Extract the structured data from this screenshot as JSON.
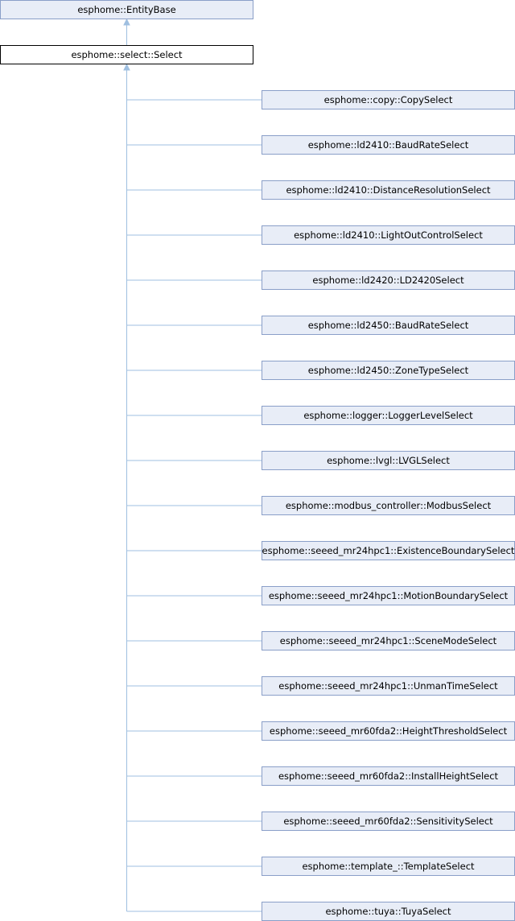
{
  "diagram": {
    "base_class": "esphome::EntityBase",
    "current_class": "esphome::select::Select",
    "derived_classes": [
      "esphome::copy::CopySelect",
      "esphome::ld2410::BaudRateSelect",
      "esphome::ld2410::DistanceResolutionSelect",
      "esphome::ld2410::LightOutControlSelect",
      "esphome::ld2420::LD2420Select",
      "esphome::ld2450::BaudRateSelect",
      "esphome::ld2450::ZoneTypeSelect",
      "esphome::logger::LoggerLevelSelect",
      "esphome::lvgl::LVGLSelect",
      "esphome::modbus_controller::ModbusSelect",
      "esphome::seeed_mr24hpc1::ExistenceBoundarySelect",
      "esphome::seeed_mr24hpc1::MotionBoundarySelect",
      "esphome::seeed_mr24hpc1::SceneModeSelect",
      "esphome::seeed_mr24hpc1::UnmanTimeSelect",
      "esphome::seeed_mr60fda2::HeightThresholdSelect",
      "esphome::seeed_mr60fda2::InstallHeightSelect",
      "esphome::seeed_mr60fda2::SensitivitySelect",
      "esphome::template_::TemplateSelect",
      "esphome::tuya::TuyaSelect"
    ]
  }
}
